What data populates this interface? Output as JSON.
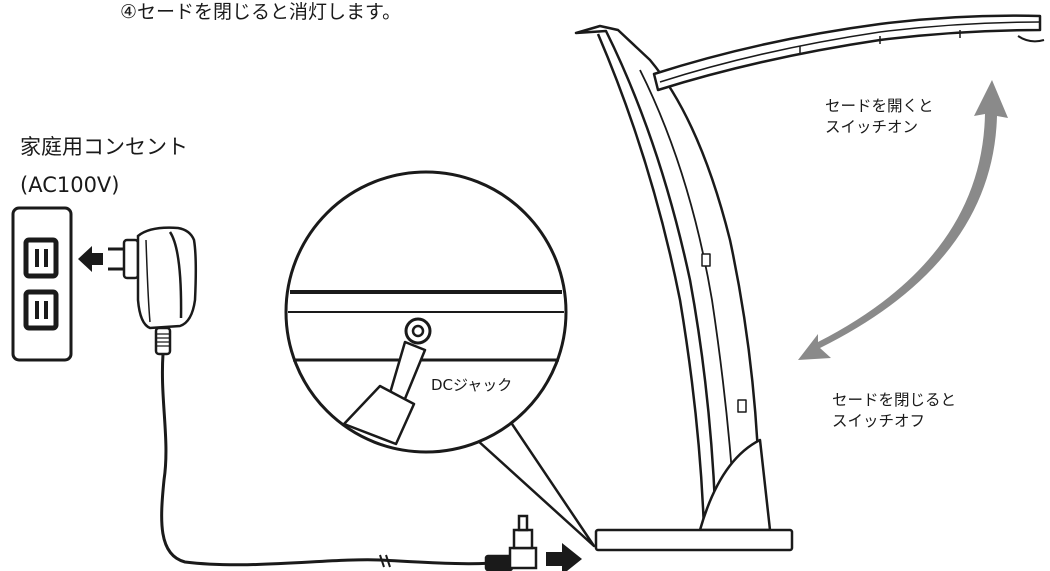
{
  "step": {
    "text": "④セードを閉じると消灯します。"
  },
  "outlet": {
    "line1": "家庭用コンセント",
    "line2": "(AC100V)"
  },
  "jack": {
    "label": "DCジャック"
  },
  "shade_open": {
    "line1": "セードを開くと",
    "line2": "スイッチオン"
  },
  "shade_close": {
    "line1": "セードを閉じると",
    "line2": "スイッチオフ"
  },
  "colors": {
    "ink": "#1a1a1a",
    "arrow_gray": "#8a8a8a"
  }
}
